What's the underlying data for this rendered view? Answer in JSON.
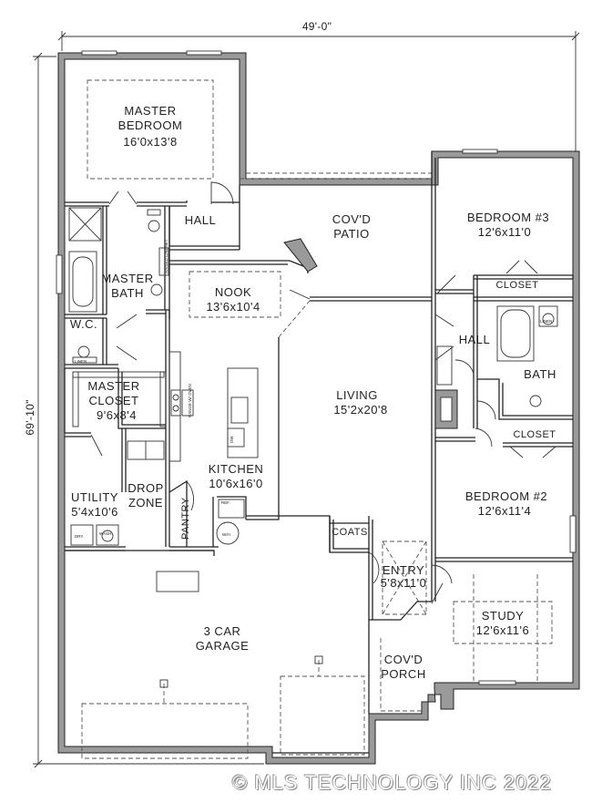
{
  "dimensions": {
    "width": "49'-0\"",
    "height": "69'-10\""
  },
  "rooms": {
    "master_bedroom": {
      "name_line1": "MASTER",
      "name_line2": "BEDROOM",
      "size": "16'0x13'8"
    },
    "hall_upper": {
      "name": "HALL"
    },
    "covd_patio": {
      "name_line1": "COV'D",
      "name_line2": "PATIO"
    },
    "bedroom3": {
      "name": "BEDROOM #3",
      "size": "12'6x11'0"
    },
    "master_bath": {
      "name_line1": "MASTER",
      "name_line2": "BATH"
    },
    "nook": {
      "name": "NOOK",
      "size": "13'6x10'4"
    },
    "closet_upper": {
      "name": "CLOSET"
    },
    "wc": {
      "name": "W.C."
    },
    "hall_right": {
      "name": "HALL"
    },
    "bath": {
      "name": "BATH"
    },
    "master_closet": {
      "name_line1": "MASTER",
      "name_line2": "CLOSET",
      "size": "9'6x8'4"
    },
    "living": {
      "name": "LIVING",
      "size": "15'2x20'8"
    },
    "closet_lower": {
      "name": "CLOSET"
    },
    "kitchen": {
      "name": "KITCHEN",
      "size": "10'6x16'0"
    },
    "drop_zone": {
      "name_line1": "DROP",
      "name_line2": "ZONE"
    },
    "utility": {
      "name": "UTILITY",
      "size": "5'4x10'6"
    },
    "pantry": {
      "name": "PANTRY"
    },
    "bedroom2": {
      "name": "BEDROOM #2",
      "size": "12'6x11'4"
    },
    "coats": {
      "name": "COATS"
    },
    "entry": {
      "name": "ENTRY",
      "size": "5'8x11'0"
    },
    "garage": {
      "name_line1": "3 CAR",
      "name_line2": "GARAGE"
    },
    "study": {
      "name": "STUDY",
      "size": "12'6x11'6"
    },
    "covd_porch": {
      "name_line1": "COV'D",
      "name_line2": "PORCH"
    }
  },
  "fixtures": {
    "linen1": "LINEN",
    "linen2": "LINEN",
    "ref": "REF.",
    "wh": "W/H",
    "dry": "DRY.",
    "wash": "WASH.",
    "raised_cabinet": "RAISED CABINET",
    "range": "RANGE W/ OVEN",
    "dw": "DW"
  },
  "copyright": "© MLS TECHNOLOGY INC 2022"
}
